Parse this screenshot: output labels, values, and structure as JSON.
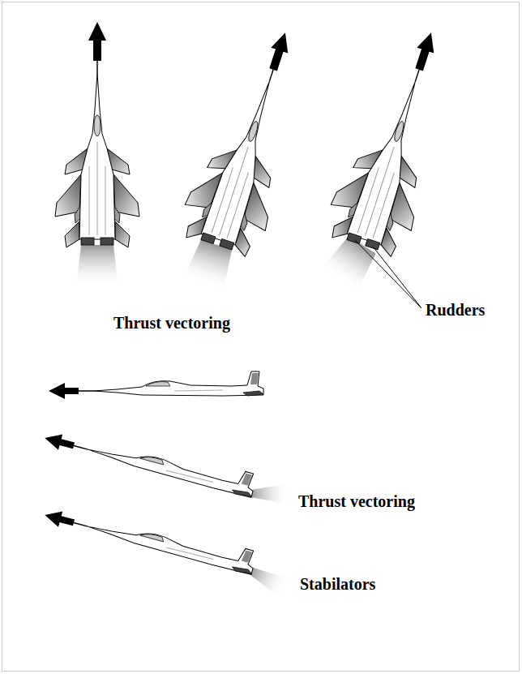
{
  "diagram": {
    "labels": [
      "Rudders",
      "Thrust vectoring",
      "Thrust vectoring",
      "Stabilators"
    ]
  }
}
